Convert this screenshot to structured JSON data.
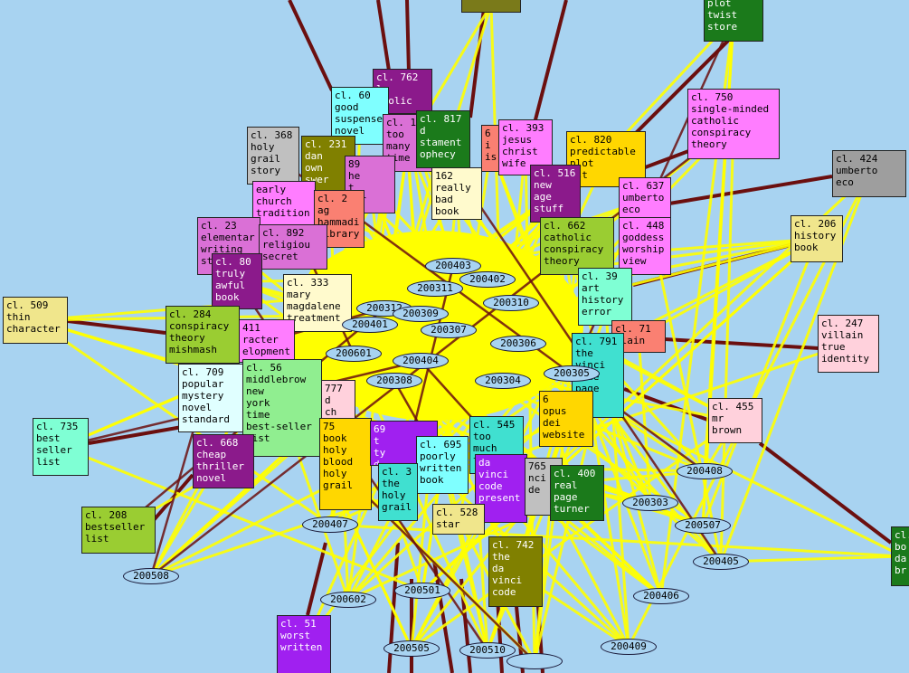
{
  "colors": {
    "background": "#a8d3f1",
    "inner_link": "#ffff00",
    "outer_link": "#6b0f0f",
    "oval_fill": "#a8d3f1"
  },
  "clusters": [
    {
      "id": "c815",
      "label": "",
      "color": "#7a7a1a"
    },
    {
      "id": "cplot",
      "label": "plot\ntwist\nstore",
      "color": "#1b7a1b"
    },
    {
      "id": "c750",
      "label": "cl. 750\nsingle-minded\ncatholic\nconspiracy\ntheory",
      "color": "#ff7dff"
    },
    {
      "id": "c424",
      "label": "cl. 424\numberto\neco",
      "color": "#9e9e9e"
    },
    {
      "id": "c206",
      "label": "cl. 206\nhistory\nbook",
      "color": "#f0e68c"
    },
    {
      "id": "c247",
      "label": "cl. 247\nvillain\ntrue\nidentity",
      "color": "#ffd1dc"
    },
    {
      "id": "c455",
      "label": "cl. 455\nmr\nbrown",
      "color": "#ffd1dc"
    },
    {
      "id": "cbrown",
      "label": "cl.\nbo\nda\nbr",
      "color": "#1b7a1b"
    },
    {
      "id": "c509",
      "label": "cl. 509\nthin\ncharacter",
      "color": "#f0e68c"
    },
    {
      "id": "c735",
      "label": "cl. 735\nbest\nseller\nlist",
      "color": "#7fffd4"
    },
    {
      "id": "c208",
      "label": "cl. 208\nbestseller\nlist",
      "color": "#9acd32"
    },
    {
      "id": "c51",
      "label": "cl. 51\nworst\nwritten",
      "color": "#a020f0"
    },
    {
      "id": "c762",
      "label": "cl. 762\nly\ntholic",
      "color": "#8b1a8b"
    },
    {
      "id": "c60",
      "label": "cl. 60\ngood\nsuspense\nnovel",
      "color": "#7fffff"
    },
    {
      "id": "c173",
      "label": "cl. 173\ntoo\nmany\ntime",
      "color": "#da70d6"
    },
    {
      "id": "c817",
      "label": "cl. 817\nd\nstament\nophecy",
      "color": "#1b7a1b"
    },
    {
      "id": "c368",
      "label": "cl. 368\nholy\ngrail\nstory",
      "color": "#c0c0c0"
    },
    {
      "id": "c231",
      "label": "cl. 231\ndan\nown\nswer",
      "color": "#808000"
    },
    {
      "id": "c89",
      "label": "89\nhe\nt\nper",
      "color": "#da70d6"
    },
    {
      "id": "c6a",
      "label": "6\ni\nis",
      "color": "#fa8072"
    },
    {
      "id": "c393",
      "label": "cl. 393\njesus\nchrist\nwife",
      "color": "#ff7dff"
    },
    {
      "id": "c820",
      "label": "cl. 820\npredictable\nplot\nist",
      "color": "#ffd700"
    },
    {
      "id": "c162",
      "label": "162\nreally\nbad\nbook",
      "color": "#fffacd"
    },
    {
      "id": "c516",
      "label": "cl. 516\nnew\nage\nstuff",
      "color": "#8b1a8b"
    },
    {
      "id": "cearly",
      "label": "early\nchurch\ntradition",
      "color": "#ff7dff"
    },
    {
      "id": "c2",
      "label": "cl. 2\nag\nhammadi\nlibrary",
      "color": "#fa8072"
    },
    {
      "id": "c637",
      "label": "cl. 637\numberto\neco",
      "color": "#ff7dff"
    },
    {
      "id": "c23",
      "label": "cl. 23\nelementar\nwriting\nst",
      "color": "#da70d6"
    },
    {
      "id": "c892",
      "label": "cl. 892\nreligiou\nsecret",
      "color": "#da70d6"
    },
    {
      "id": "c662",
      "label": "cl. 662\ncatholic\nconspiracy\ntheory",
      "color": "#9acd32"
    },
    {
      "id": "c448",
      "label": "cl. 448\ngoddess\nworship\nview",
      "color": "#ff7dff"
    },
    {
      "id": "c80",
      "label": "cl. 80\ntruly\nawful\nbook",
      "color": "#8b1a8b"
    },
    {
      "id": "c333",
      "label": "cl. 333\nmary\nmagdalene\ntreatment",
      "color": "#fffacd"
    },
    {
      "id": "c39",
      "label": "cl. 39\nart\nhistory\nerror",
      "color": "#7fffd4"
    },
    {
      "id": "c284",
      "label": "cl. 284\nconspiracy\ntheory\nmishmash",
      "color": "#9acd32"
    },
    {
      "id": "c411",
      "label": "411\nracter\nelopment",
      "color": "#ff7dff"
    },
    {
      "id": "c71",
      "label": "cl. 71\nllain",
      "color": "#fa8072"
    },
    {
      "id": "c791",
      "label": "cl. 791\nthe\nvinci\ncode\npage",
      "color": "#40e0d0"
    },
    {
      "id": "c709",
      "label": "cl. 709\npopular\nmystery\nnovel\nstandard",
      "color": "#e0ffff"
    },
    {
      "id": "c56",
      "label": "cl. 56\nmiddlebrow\nnew\nyork\ntime\nbest-seller\nlist",
      "color": "#90ee90"
    },
    {
      "id": "c777",
      "label": "777\nd\nch\nd",
      "color": "#ffd1dc"
    },
    {
      "id": "c6b",
      "label": "6\nopus\ndei\nwebsite",
      "color": "#ffd700"
    },
    {
      "id": "c75",
      "label": "75\nbook\nholy\nblood\nholy\ngrail",
      "color": "#ffd700"
    },
    {
      "id": "c69",
      "label": "69\nt\nty\nd",
      "color": "#a020f0"
    },
    {
      "id": "c545",
      "label": "cl. 545\ntoo\nmuch\ntime",
      "color": "#40e0d0"
    },
    {
      "id": "c668",
      "label": "cl. 668\ncheap\nthriller\nnovel",
      "color": "#8b1a8b"
    },
    {
      "id": "c695",
      "label": "cl. 695\npoorly\nwritten\nbook",
      "color": "#7fffff"
    },
    {
      "id": "cdavinci",
      "label": "da\nvinci\ncode\npresent",
      "color": "#a020f0"
    },
    {
      "id": "c765",
      "label": "765\nnci\nde",
      "color": "#c0c0c0"
    },
    {
      "id": "c400",
      "label": "cl. 400\nreal\npage\nturner",
      "color": "#1b7a1b"
    },
    {
      "id": "c3",
      "label": "cl. 3\nthe\nholy\ngrail",
      "color": "#40e0d0"
    },
    {
      "id": "c528",
      "label": "cl. 528\nstar",
      "color": "#f0e68c"
    },
    {
      "id": "c742",
      "label": "cl. 742\nthe\nda\nvinci\ncode",
      "color": "#808000"
    }
  ],
  "ovals": [
    {
      "id": "o200403",
      "label": "200403"
    },
    {
      "id": "o200402",
      "label": "200402"
    },
    {
      "id": "o200311",
      "label": "200311"
    },
    {
      "id": "o200310",
      "label": "200310"
    },
    {
      "id": "o200312",
      "label": "200312"
    },
    {
      "id": "o200309",
      "label": "200309"
    },
    {
      "id": "o200401",
      "label": "200401"
    },
    {
      "id": "o200307",
      "label": "200307"
    },
    {
      "id": "o200306",
      "label": "200306"
    },
    {
      "id": "o200601",
      "label": "200601"
    },
    {
      "id": "o200404",
      "label": "200404"
    },
    {
      "id": "o200308",
      "label": "200308"
    },
    {
      "id": "o200304",
      "label": "200304"
    },
    {
      "id": "o200305",
      "label": "200305"
    },
    {
      "id": "o200408",
      "label": "200408"
    },
    {
      "id": "o200303",
      "label": "200303"
    },
    {
      "id": "o200507",
      "label": "200507"
    },
    {
      "id": "o200405",
      "label": "200405"
    },
    {
      "id": "o200407",
      "label": "200407"
    },
    {
      "id": "o200508",
      "label": "200508"
    },
    {
      "id": "o200602",
      "label": "200602"
    },
    {
      "id": "o200501",
      "label": "200501"
    },
    {
      "id": "o200406",
      "label": "200406"
    },
    {
      "id": "o200505",
      "label": "200505"
    },
    {
      "id": "o200510",
      "label": "200510"
    },
    {
      "id": "o200409",
      "label": "200409"
    },
    {
      "id": "oblank",
      "label": ""
    }
  ]
}
